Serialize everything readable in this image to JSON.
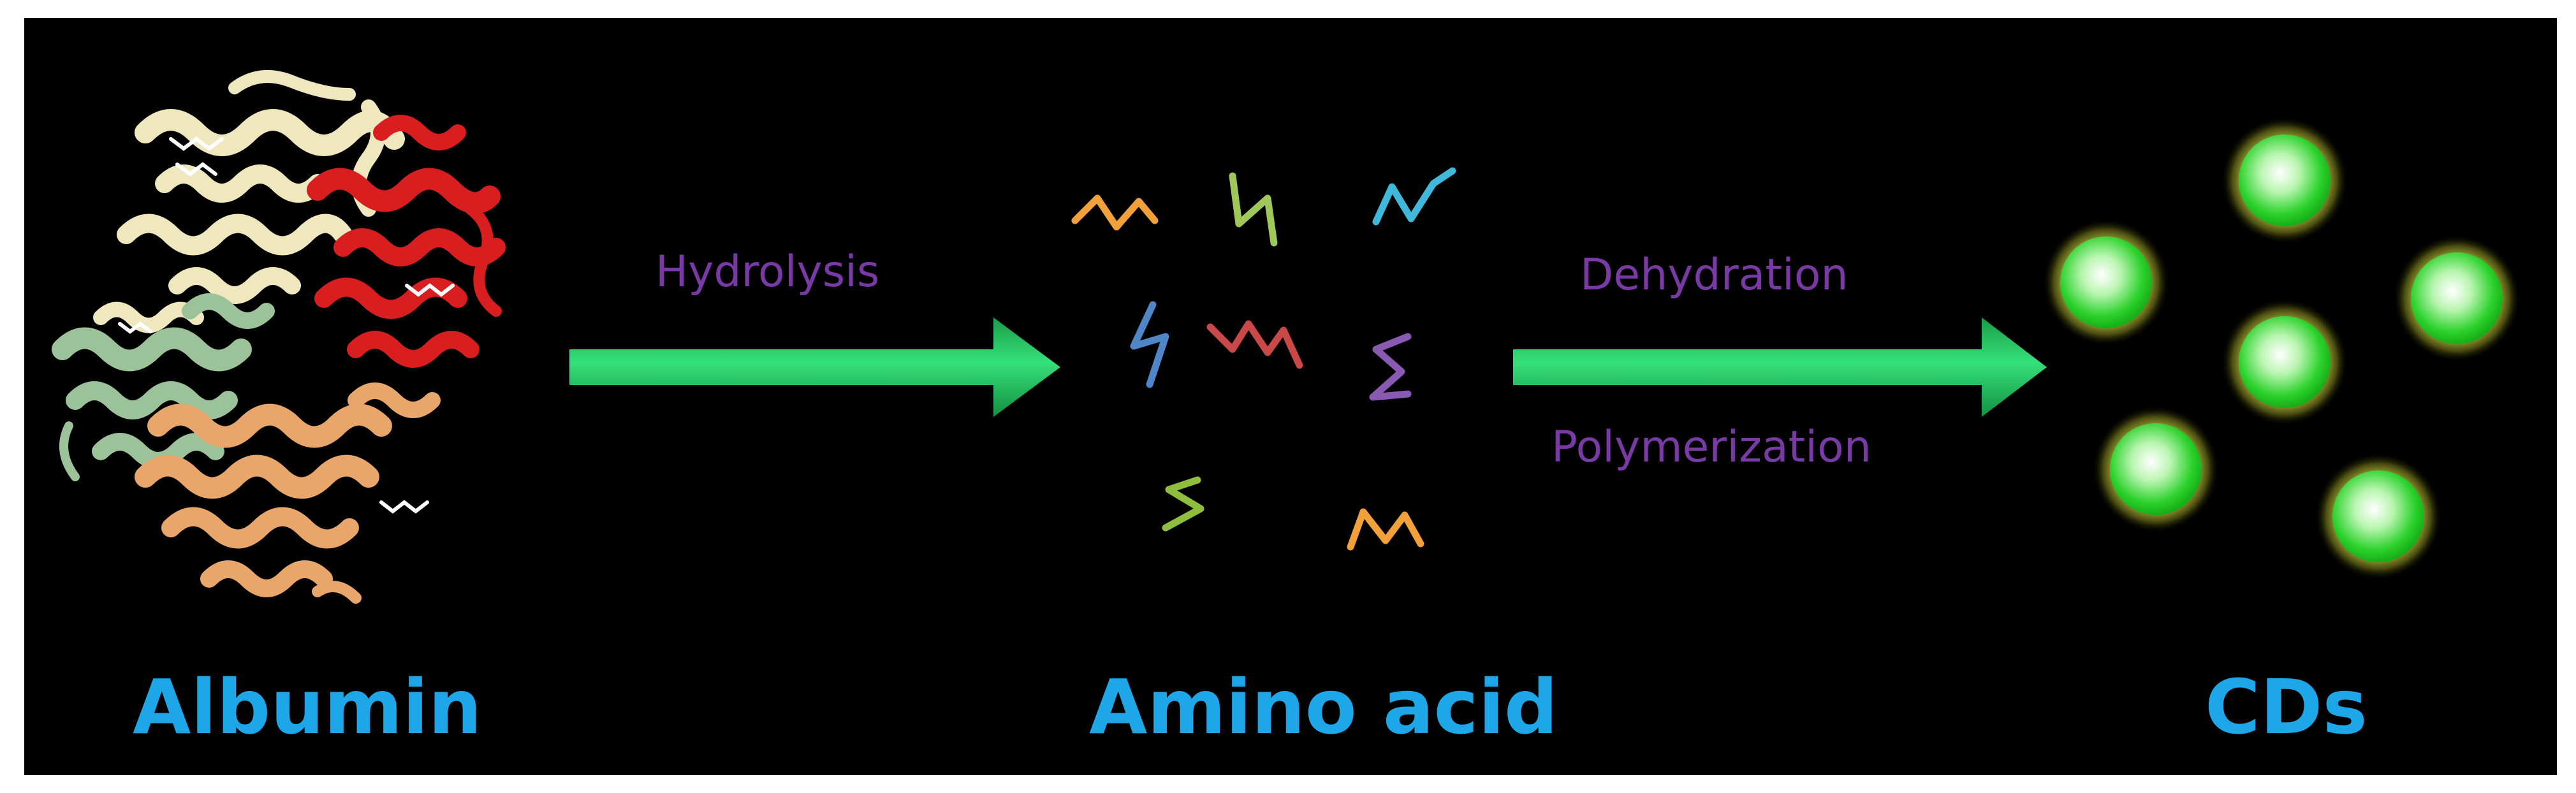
{
  "labels": {
    "albumin": "Albumin",
    "amino_acid": "Amino acid",
    "cds": "CDs"
  },
  "steps": {
    "hydrolysis": "Hydrolysis",
    "dehydration": "Dehydration",
    "polymerization": "Polymerization"
  },
  "colors": {
    "background": "#000000",
    "label": "#1ea7e8",
    "step": "#7a3aa6",
    "arrow": "#22c95a",
    "dot": "#2bd22b"
  }
}
